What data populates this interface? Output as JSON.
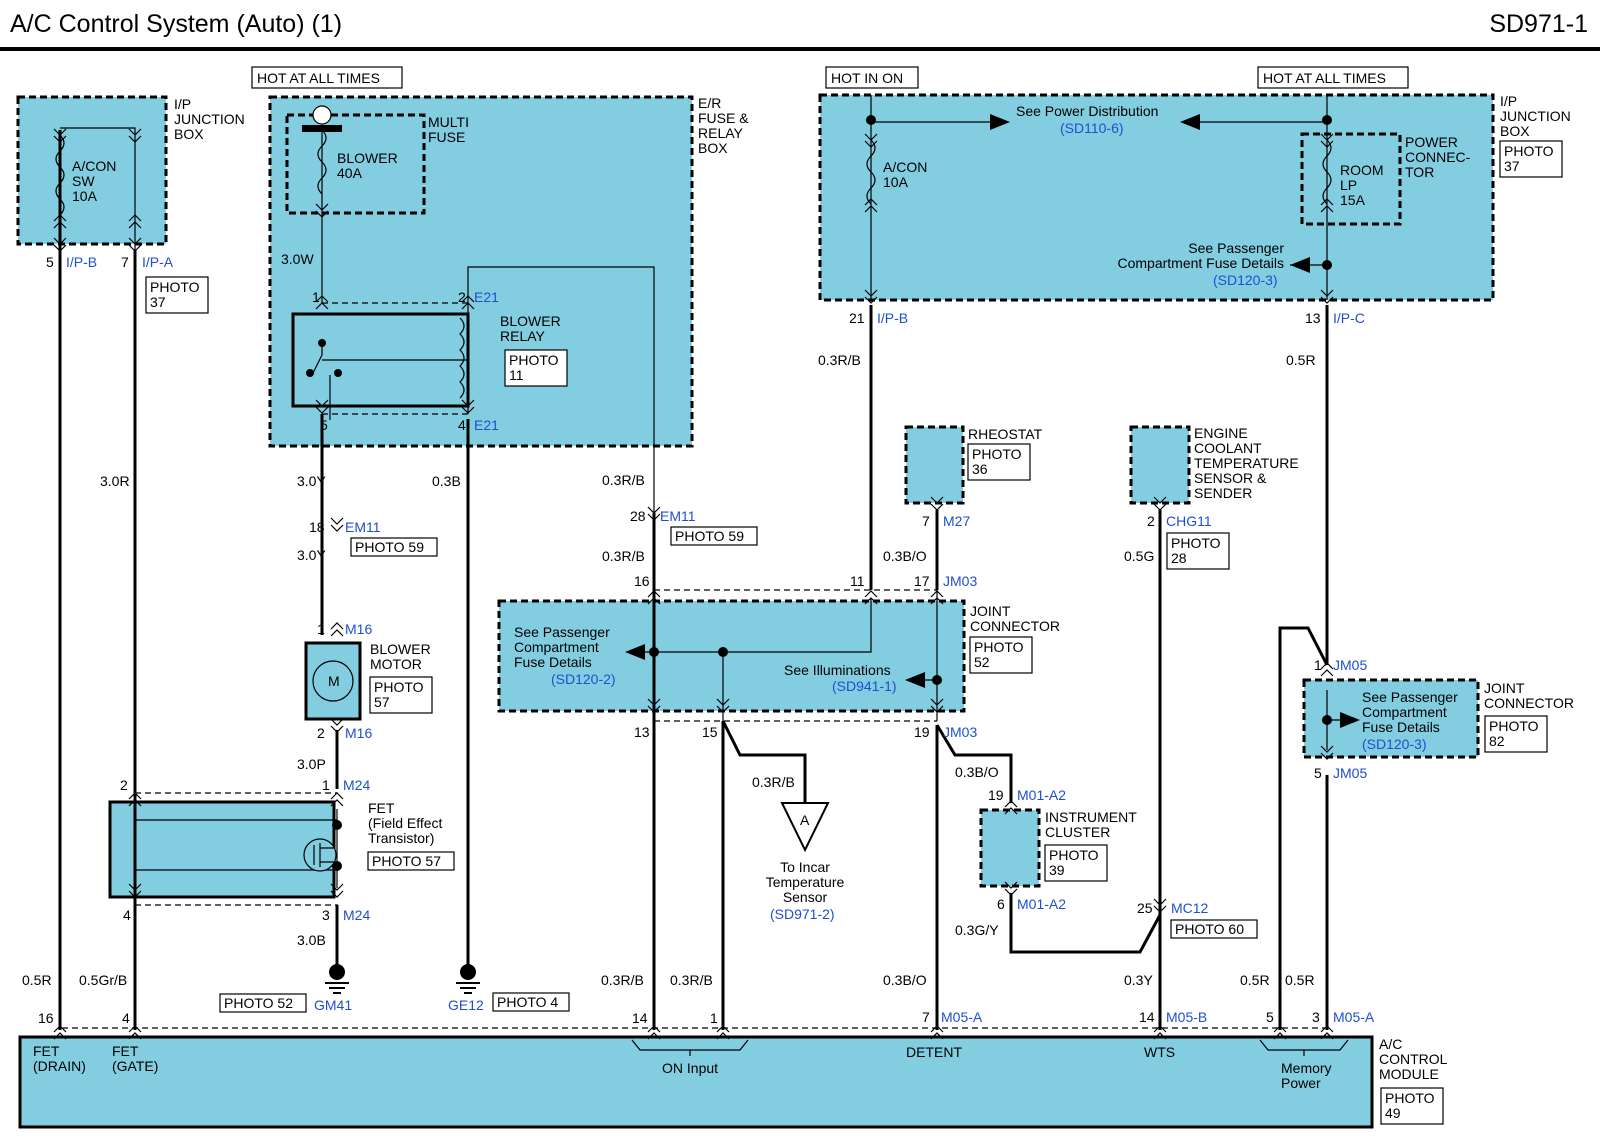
{
  "title": "A/C Control System (Auto) (1)",
  "code": "SD971-1",
  "hot_labels": [
    "HOT AT ALL TIMES",
    "HOT IN ON",
    "HOT AT ALL TIMES"
  ],
  "components": {
    "ip_junction_left": "I/P\nJUNCTION\nBOX",
    "acon_sw_fuse": "A/CON\nSW\n10A",
    "multi_fuse": "MULTI\nFUSE",
    "blower_fuse": "BLOWER\n40A",
    "er_fuse_relay_box": "E/R\nFUSE &\nRELAY\nBOX",
    "blower_relay": "BLOWER\nRELAY",
    "ip_junction_right": "I/P\nJUNCTION\nBOX",
    "acon_fuse": "A/CON\n10A",
    "room_lp_fuse": "ROOM\nLP\n15A",
    "power_connector": "POWER\nCONNEC-\nTOR",
    "power_distribution": "See Power Distribution",
    "power_distribution_ref": "(SD110-6)",
    "pass_fuse_top": "See Passenger\nCompartment Fuse Details",
    "pass_fuse_top_ref": "(SD120-3)",
    "blower_motor": "BLOWER\nMOTOR",
    "motor_symbol": "M",
    "fet": "FET\n(Field Effect\nTransistor)",
    "rheostat": "RHEOSTAT",
    "coolant_sensor": "ENGINE\nCOOLANT\nTEMPERATURE\nSENSOR &\nSENDER",
    "joint_connector_mid": "JOINT\nCONNECTOR",
    "pass_fuse_mid": "See Passenger\nCompartment\nFuse Details",
    "pass_fuse_mid_ref": "(SD120-2)",
    "illuminations": "See Illuminations",
    "illuminations_ref": "(SD941-1)",
    "joint_connector_right": "JOINT\nCONNECTOR",
    "pass_fuse_right": "See Passenger\nCompartment\nFuse Details",
    "pass_fuse_right_ref": "(SD120-3)",
    "instrument_cluster": "INSTRUMENT\nCLUSTER",
    "connector_a": "A",
    "incar_sensor": "To Incar\nTemperature\nSensor",
    "incar_sensor_ref": "(SD971-2)",
    "ac_control_module": "A/C\nCONTROL\nMODULE"
  },
  "photos": [
    "PHOTO\n37",
    "PHOTO\n11",
    "PHOTO\n37",
    "PHOTO 59",
    "PHOTO 59",
    "PHOTO\n57",
    "PHOTO 57",
    "PHOTO 52",
    "PHOTO 4",
    "PHOTO\n36",
    "PHOTO\n28",
    "PHOTO\n52",
    "PHOTO\n82",
    "PHOTO\n39",
    "PHOTO 60",
    "PHOTO\n49"
  ],
  "connectors": [
    "I/P-B",
    "I/P-A",
    "E21",
    "E21",
    "I/P-B",
    "I/P-C",
    "EM11",
    "EM11",
    "M16",
    "M16",
    "M24",
    "M24",
    "GM41",
    "GE12",
    "M27",
    "CHG11",
    "JM03",
    "JM03",
    "JM05",
    "JM05",
    "M01-A2",
    "M01-A2",
    "MC12",
    "M05-A",
    "M05-B",
    "M05-A"
  ],
  "pins": [
    "5",
    "7",
    "1",
    "2",
    "5",
    "4",
    "21",
    "13",
    "18",
    "28",
    "1",
    "2",
    "2",
    "1",
    "4",
    "3",
    "7",
    "2",
    "16",
    "11",
    "17",
    "13",
    "15",
    "19",
    "1",
    "5",
    "19",
    "6",
    "25",
    "16",
    "4",
    "14",
    "1",
    "7",
    "14",
    "5",
    "3"
  ],
  "wires": [
    "3.0W",
    "3.0R",
    "3.0Y",
    "3.0Y",
    "0.3B",
    "0.3R/B",
    "0.3R/B",
    "3.0P",
    "3.0B",
    "0.5R",
    "0.5Gr/B",
    "0.3R/B",
    "0.3R/B",
    "0.3R/B",
    "0.3R/B",
    "0.3B/O",
    "0.3B/O",
    "0.3B/O",
    "0.3G/Y",
    "0.5G",
    "0.3Y",
    "0.5R",
    "0.5R",
    "0.5R"
  ],
  "module_terminals": [
    "FET\n(DRAIN)",
    "FET\n(GATE)",
    "ON Input",
    "DETENT",
    "WTS",
    "Memory\nPower"
  ]
}
